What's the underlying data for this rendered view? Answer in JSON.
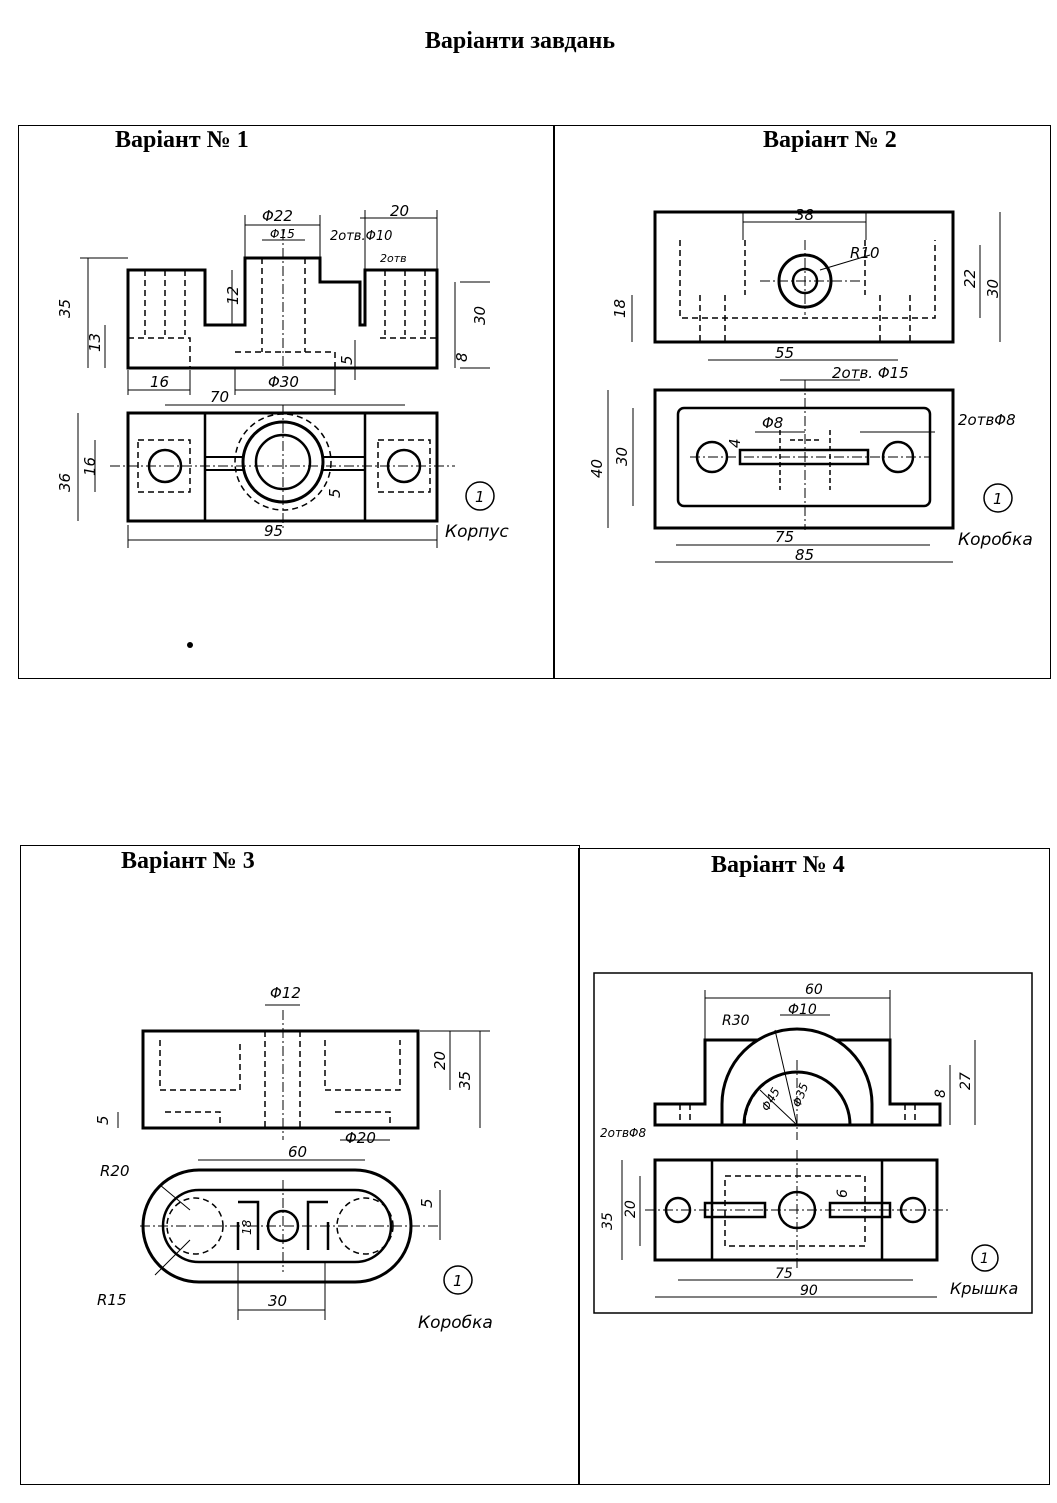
{
  "page": {
    "title": "Варіанти завдань"
  },
  "variants": [
    {
      "heading": "Варіант № 1",
      "part_name": "Корпус",
      "part_number": "1",
      "dims": {
        "d22": "Φ22",
        "d15": "Φ15",
        "holes10": "2отв.Φ10",
        "holes": "2отв",
        "d30": "Φ30",
        "w20": "20",
        "h35": "35",
        "h13": "13",
        "h12": "12",
        "h30": "30",
        "h8": "8",
        "h5": "5",
        "w16": "16",
        "w70": "70",
        "h36": "36",
        "h16": "16",
        "w95": "95",
        "w5b": "5"
      }
    },
    {
      "heading": "Варіант № 2",
      "part_name": "Коробка",
      "part_number": "1",
      "dims": {
        "w38": "38",
        "r10": "R10",
        "h18": "18",
        "h22": "22",
        "h30": "30",
        "w55": "55",
        "holes15": "2отв. Φ15",
        "d8": "Φ8",
        "holes8": "2отвΦ8",
        "h4": "4",
        "h40": "40",
        "h30b": "30",
        "w75": "75",
        "w85": "85"
      }
    },
    {
      "heading": "Варіант № 3",
      "part_name": "Коробка",
      "part_number": "1",
      "dims": {
        "d12": "Φ12",
        "h20": "20",
        "h35": "35",
        "h5": "5",
        "d20": "Φ20",
        "w60": "60",
        "r20": "R20",
        "r15": "R15",
        "h18": "18",
        "h5b": "5",
        "w30": "30"
      }
    },
    {
      "heading": "Варіант № 4",
      "part_name": "Крышка",
      "part_number": "1",
      "dims": {
        "w60": "60",
        "d10": "Φ10",
        "r30": "R30",
        "d45": "Φ45",
        "d35": "Φ35",
        "h8": "8",
        "h27": "27",
        "holes8": "2отвΦ8",
        "h20": "20",
        "h35": "35",
        "h6": "6",
        "w75": "75",
        "w90": "90"
      }
    }
  ]
}
